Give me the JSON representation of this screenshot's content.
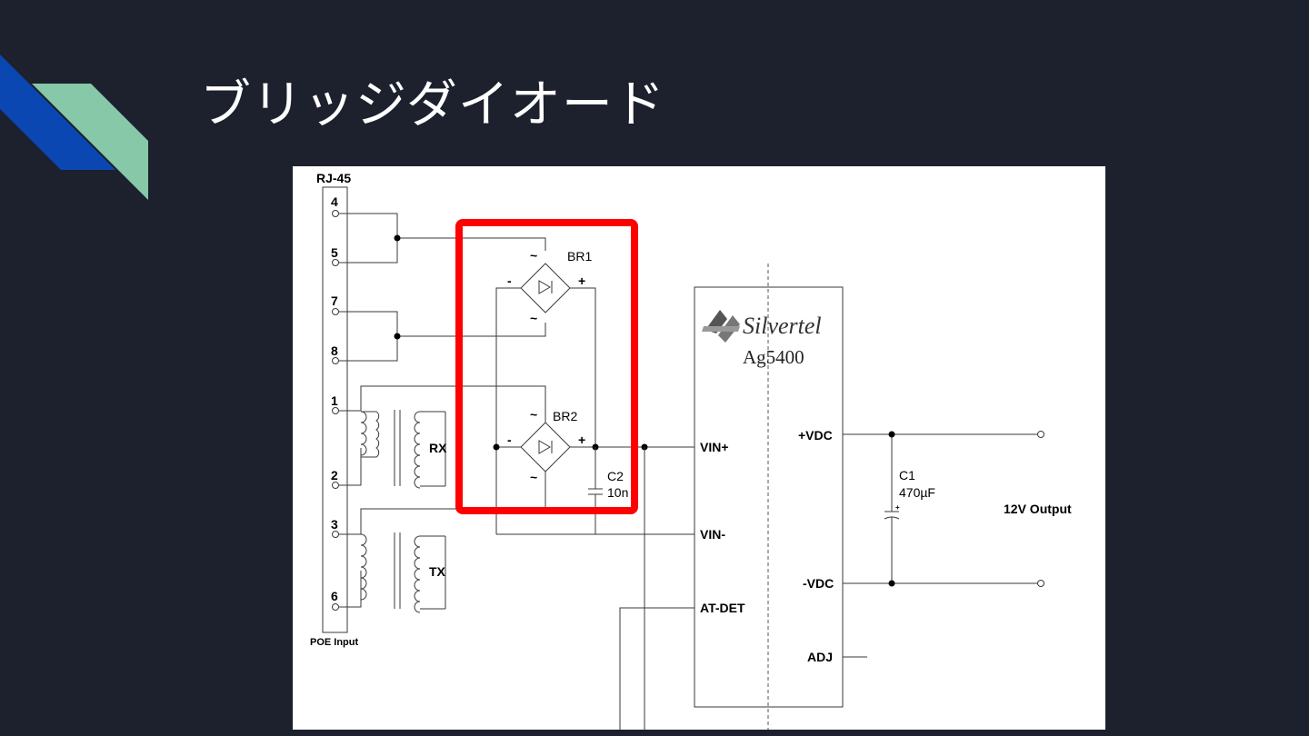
{
  "slide": {
    "title": "ブリッジダイオード",
    "accent_colors": {
      "blue": "#0b47b3",
      "green": "#86c8a8",
      "highlight": "#ff0000"
    }
  },
  "schematic": {
    "connector": {
      "label": "RJ-45",
      "footer": "POE Input",
      "pins": [
        "4",
        "5",
        "7",
        "8",
        "1",
        "2",
        "3",
        "6"
      ]
    },
    "transformers": {
      "rx": "RX",
      "tx": "TX"
    },
    "bridges": {
      "br1": "BR1",
      "br2": "BR2",
      "ac": "~",
      "minus": "-",
      "plus": "+"
    },
    "c2": {
      "ref": "C2",
      "value": "10n"
    },
    "module": {
      "brand": "Silvertel",
      "part": "Ag5400",
      "pins": {
        "vin_plus": "VIN+",
        "vin_minus": "VIN-",
        "at_det": "AT-DET",
        "vdc_plus": "+VDC",
        "vdc_minus": "-VDC",
        "adj": "ADJ"
      }
    },
    "c1": {
      "ref": "C1",
      "value": "470µF",
      "polarity": "+"
    },
    "output_label": "12V Output"
  }
}
